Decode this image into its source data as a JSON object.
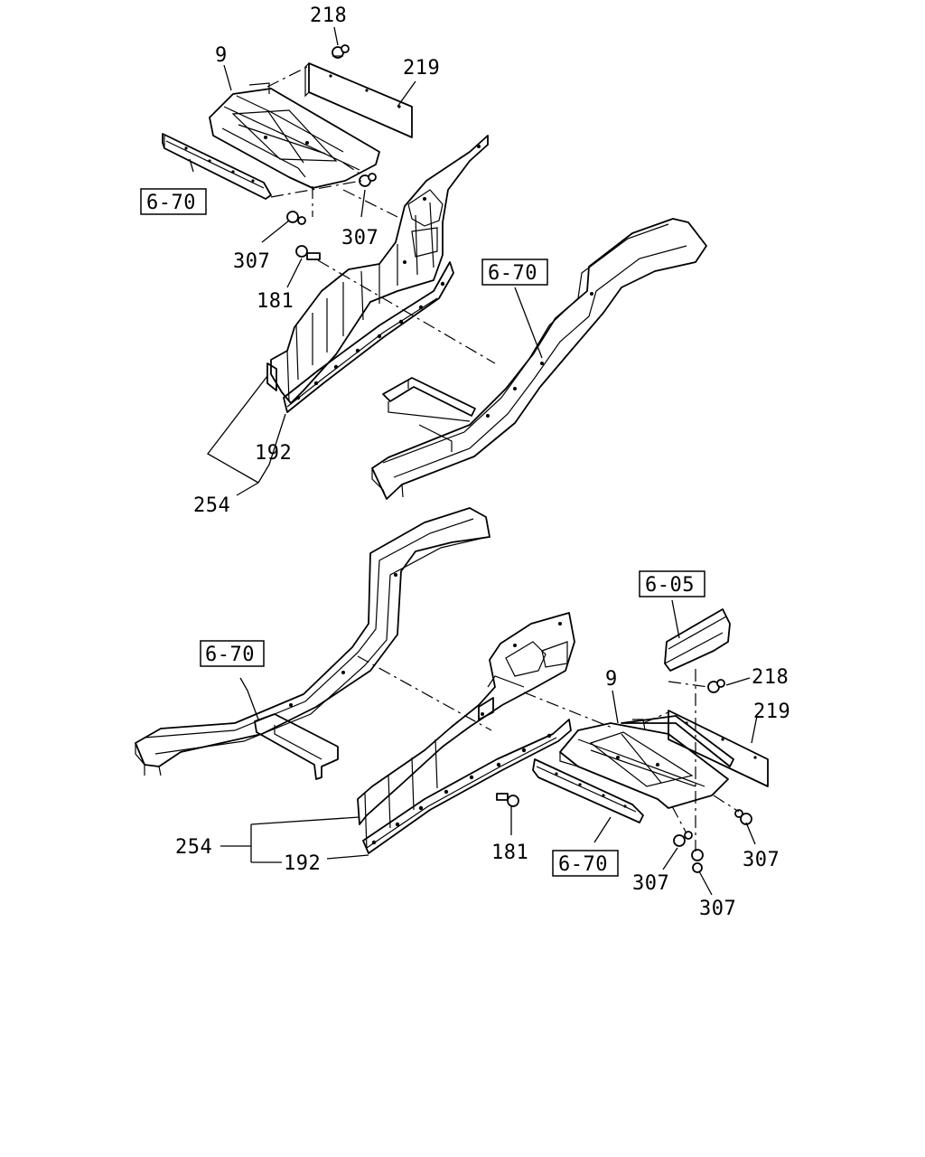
{
  "diagram": {
    "top_assembly": {
      "callouts": {
        "c218": "218",
        "c9": "9",
        "c219": "219",
        "c307_right": "307",
        "c307_left": "307",
        "c181": "181",
        "c192": "192",
        "c254": "254"
      },
      "refs": {
        "r_bracket": "6-70",
        "r_frame": "6-70"
      }
    },
    "bottom_assembly": {
      "callouts": {
        "c9": "9",
        "c218": "218",
        "c219": "219",
        "c254": "254",
        "c192": "192",
        "c181": "181",
        "c307_center": "307",
        "c307_right": "307",
        "c307_bottom": "307"
      },
      "refs": {
        "r_frame": "6-70",
        "r_guard": "6-05",
        "r_bracket": "6-70"
      }
    }
  }
}
